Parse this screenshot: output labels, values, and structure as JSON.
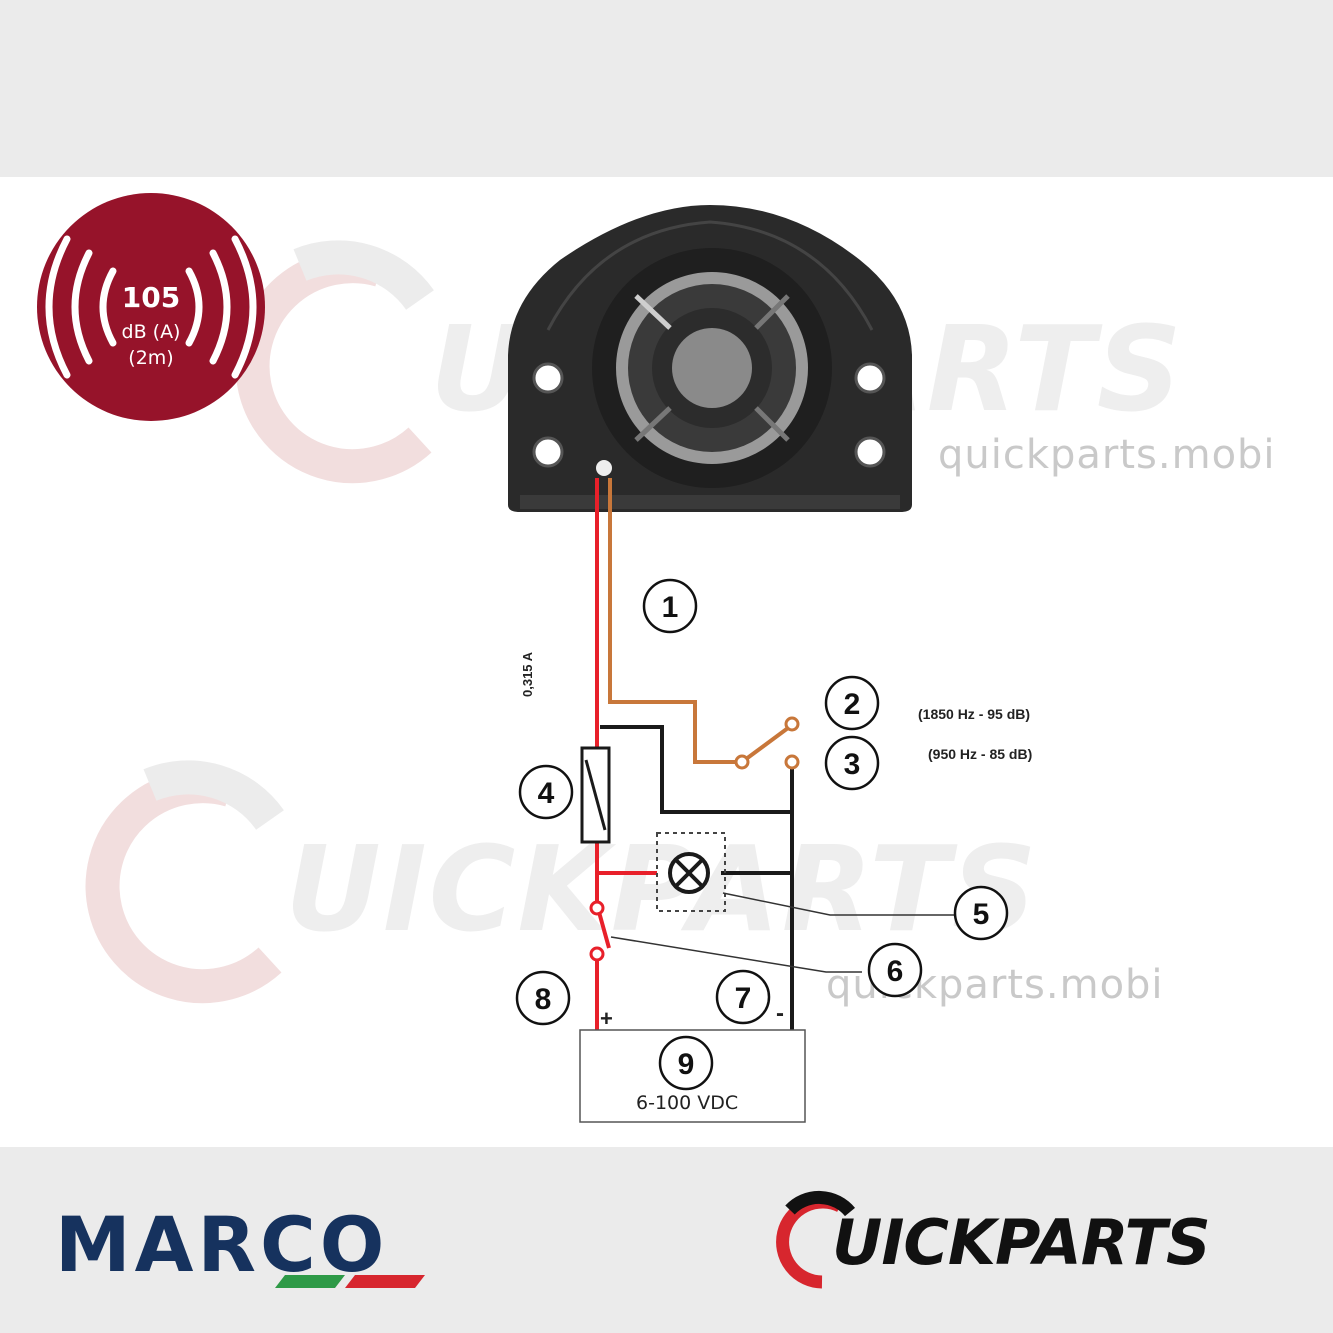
{
  "badge": {
    "value": "105",
    "unit": "dB (A)",
    "distance": "(2m)",
    "color": "#96132a"
  },
  "watermark": {
    "brand_top": "UICKPARTS",
    "brand_mid": "UICKPARTS",
    "url": "quickparts.mobi"
  },
  "diagram": {
    "fuse_label": "0,315 A",
    "callouts": [
      "1",
      "2",
      "3",
      "4",
      "5",
      "6",
      "7",
      "8",
      "9"
    ],
    "tone_high": "(1850 Hz - 95 dB)",
    "tone_low": "(950 Hz - 85 dB)",
    "plus": "+",
    "minus": "-",
    "supply": "6-100 VDC",
    "wire_colors": {
      "red": "#e8202a",
      "brown": "#c8773a",
      "black": "#1a1a1a"
    }
  },
  "footer": {
    "left_logo": "MARCO",
    "right_logo_q": "Q",
    "right_logo_rest": "UICKPARTS",
    "brand_colors": {
      "marco_blue": "#16325e",
      "green": "#2e9a47",
      "red": "#d7262e"
    }
  }
}
